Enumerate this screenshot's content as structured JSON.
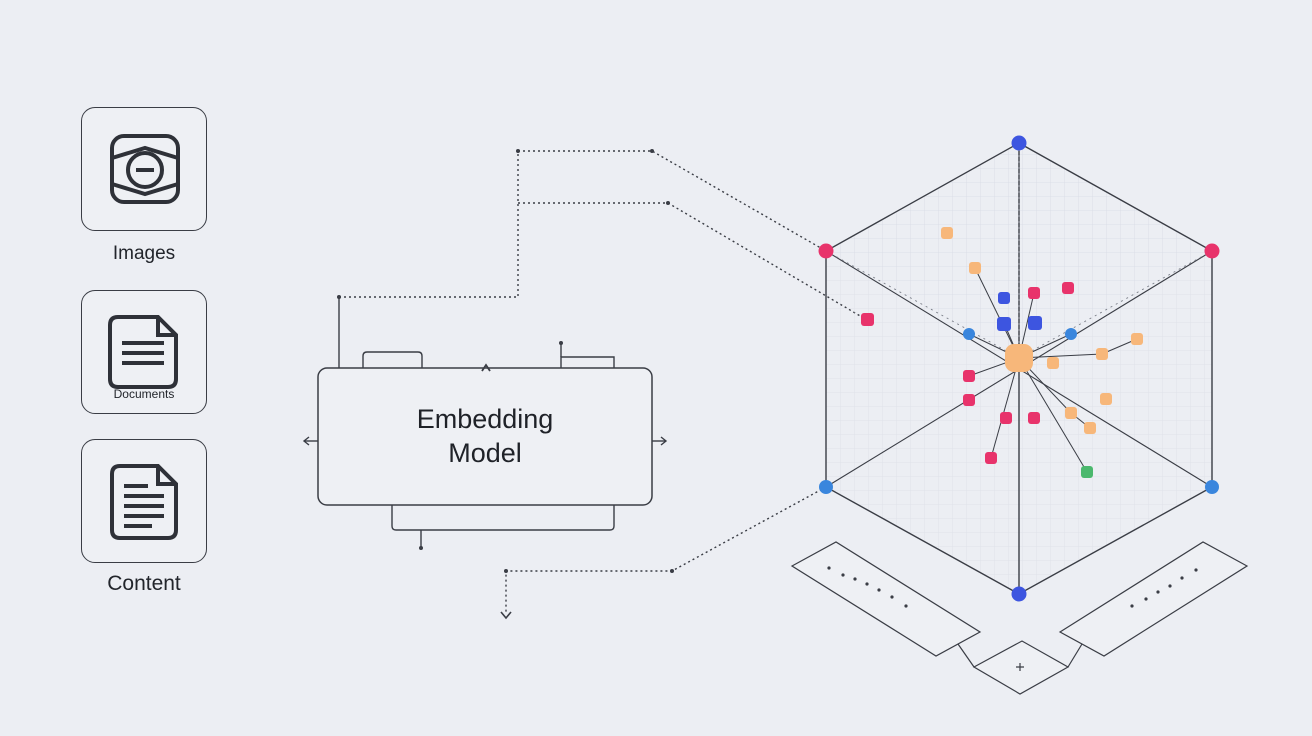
{
  "inputs": {
    "images_label": "Images",
    "documents_label": "Documents",
    "content_label": "Content",
    "images_icon": "photo-frame-icon",
    "documents_icon": "document-icon",
    "content_icon": "text-file-icon"
  },
  "model": {
    "title": "Embedding\nModel"
  },
  "colors": {
    "background": "#eceef3",
    "line": "#3a3d45",
    "pink": "#e8336b",
    "blue": "#3d55e0",
    "sky": "#3a86dd",
    "orange": "#f7b77a",
    "green": "#4bb86d"
  }
}
